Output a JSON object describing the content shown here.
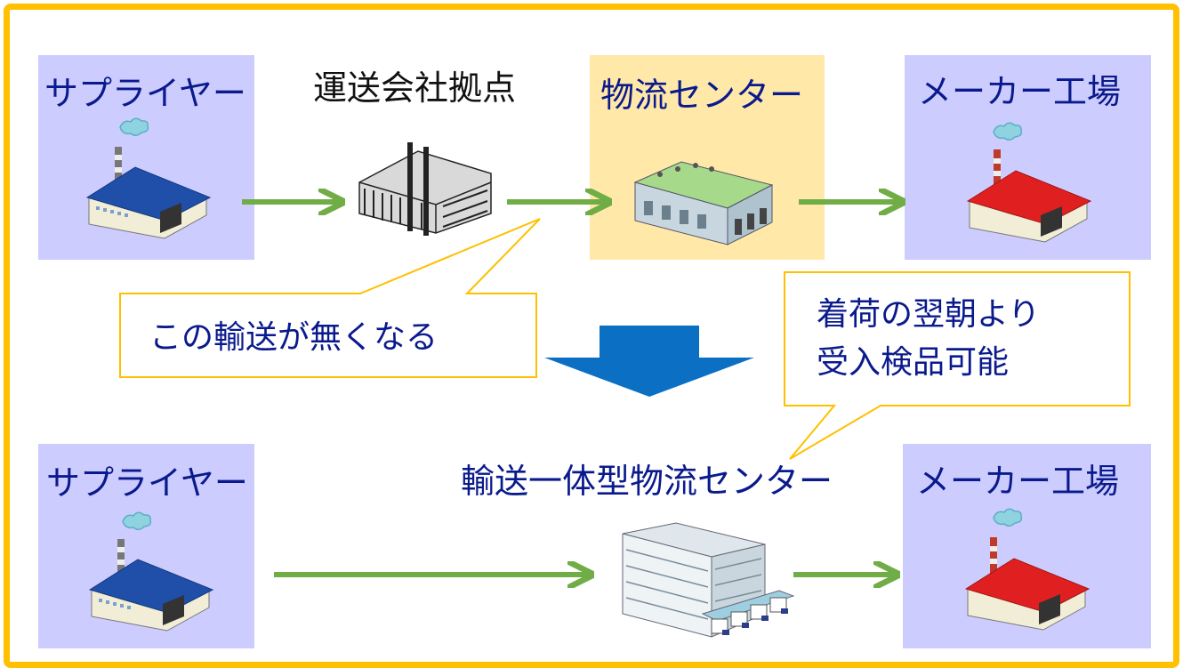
{
  "top_row": {
    "supplier": "サプライヤー",
    "carrier_hub": "運送会社拠点",
    "logistics_center": "物流センター",
    "maker_factory": "メーカー工場"
  },
  "bottom_row": {
    "supplier": "サプライヤー",
    "integrated_center": "輸送一体型物流センター",
    "maker_factory": "メーカー工場"
  },
  "callouts": {
    "eliminated": "この輸送が無くなる",
    "inspection_line1": "着荷の翌朝より",
    "inspection_line2": "受入検品可能"
  },
  "colors": {
    "frame": "#FFC000",
    "box_lavender": "#CCCCFF",
    "box_peach": "#FFE8A8",
    "arrow_green": "#70AD47",
    "down_arrow_blue": "#0B6FC4",
    "text_navy": "#0A1A8C"
  },
  "icons": {
    "supplier": "blue-roof-factory-icon",
    "carrier": "office-building-icon",
    "center": "warehouse-icon",
    "maker": "red-roof-factory-icon",
    "integrated": "multi-story-warehouse-with-trucks-icon"
  }
}
